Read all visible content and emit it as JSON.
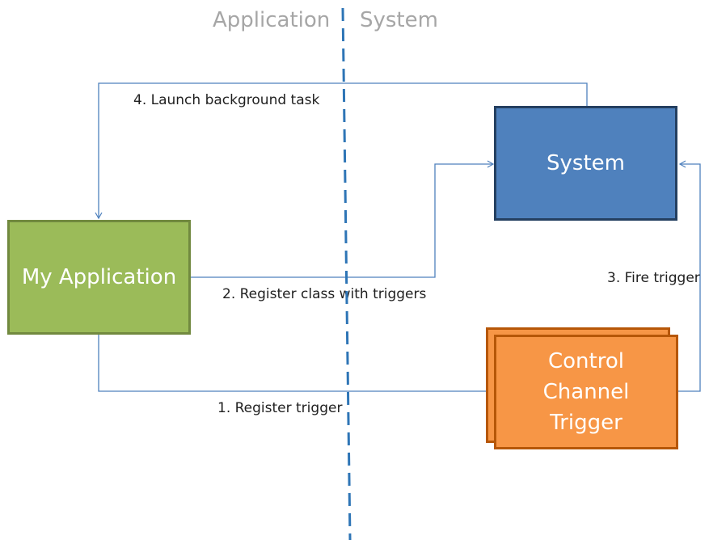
{
  "headers": {
    "application": "Application",
    "system": "System"
  },
  "nodes": {
    "my_application": "My Application",
    "system": "System",
    "control_channel_trigger": "Control\nChannel\nTrigger"
  },
  "edges": {
    "register_trigger": "1. Register trigger",
    "register_class": "2. Register class with triggers",
    "fire_trigger": "3. Fire trigger",
    "launch_background_task": "4. Launch background task"
  },
  "colors": {
    "application_fill": "#9bbb59",
    "system_fill": "#4f81bd",
    "trigger_fill": "#f79646",
    "connector": "#4f81bd",
    "divider": "#2e75b6",
    "header_text": "#a6a6a6"
  }
}
